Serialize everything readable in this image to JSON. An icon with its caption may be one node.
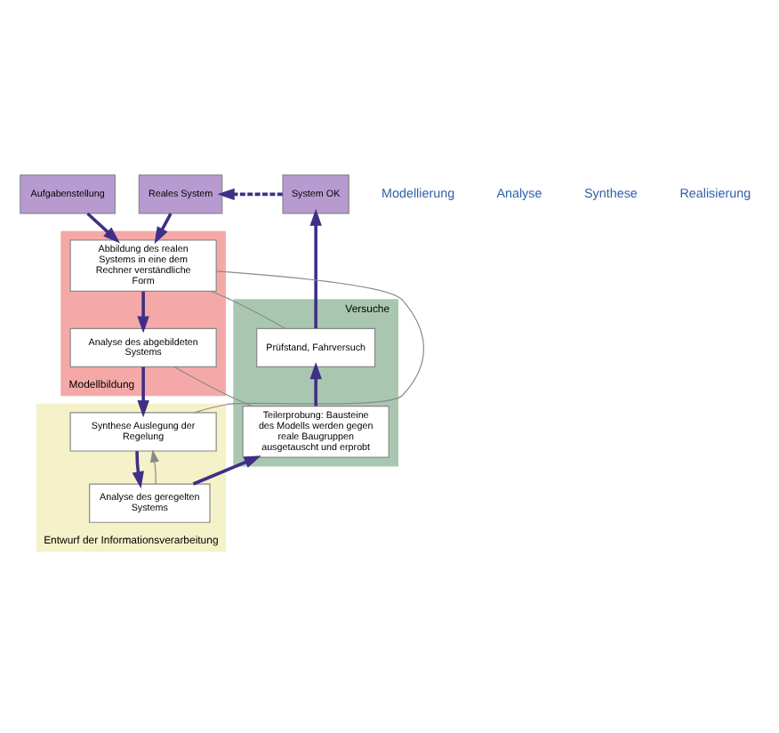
{
  "diagram": {
    "nodes": [
      {
        "text": [
          "Aufgabenstellung"
        ]
      },
      {
        "text": [
          "Reales System"
        ]
      },
      {
        "text": [
          "System OK"
        ]
      },
      {
        "text": [
          "Modellbildung"
        ]
      },
      {
        "text": [
          "Abbildung des realen Systems in eine dem Rechner verständliche Form"
        ],
        "in": 3
      },
      {
        "text": [
          "Versuche"
        ]
      },
      {
        "text": [
          "Prüfstand, Fahrversuch"
        ],
        "in": 5
      },
      {
        "text": [
          "Teilerprobung: Bausteine des Modells werden gegen reale Baugruppen ausgetauscht und erprobt"
        ],
        "in": 5
      },
      {
        "text": [
          "Analyse des abgebildeten Systems"
        ],
        "in": 3
      },
      {
        "text": [
          "Entwurf der Informationsverarbeitung"
        ]
      },
      {
        "text": [
          "Synthese Auslegung der Regelung"
        ],
        "in": 9
      },
      {
        "text": [
          "Analyse des geregelten Systems"
        ],
        "in": 9
      }
    ],
    "edges": [
      {
        "from": 2,
        "to": 1,
        "arrow": "to",
        "style": "dashed"
      },
      {
        "from": 0,
        "to": 4,
        "arrow": "to"
      },
      {
        "from": 1,
        "to": 4,
        "arrow": "to"
      },
      {
        "from": 4,
        "to": 8,
        "arrow": "to"
      },
      {
        "from": 8,
        "to": 10,
        "arrow": "to"
      },
      {
        "from": 10,
        "to": 11,
        "arrow": "to"
      },
      {
        "from": 11,
        "to": 10,
        "arrow": "to",
        "color": "#8a8a8a"
      },
      {
        "from": 11,
        "to": 7,
        "arrow": "to"
      },
      {
        "from": 7,
        "to": 6,
        "arrow": "to"
      },
      {
        "from": 6,
        "to": 2,
        "arrow": "to"
      },
      {
        "from": 4,
        "to": 10,
        "arrow": "none",
        "color": "#8a8a8a"
      },
      {
        "from": 4,
        "to": 6,
        "arrow": "none",
        "color": "#8a8a8a"
      },
      {
        "from": 8,
        "to": 7,
        "arrow": "none",
        "color": "#8a8a8a"
      }
    ],
    "labels": [
      "Modellierung",
      "Analyse",
      "Synthese",
      "Realisierung"
    ]
  }
}
